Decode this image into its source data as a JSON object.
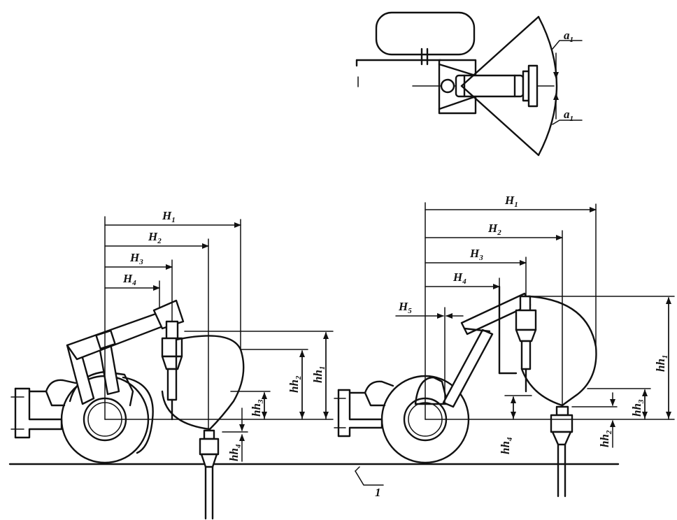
{
  "top_view": {
    "angle_label_upper": "a",
    "angle_label_upper_sub": "1",
    "angle_label_lower": "a",
    "angle_label_lower_sub": "1"
  },
  "left_machine": {
    "dims_horizontal": [
      {
        "id": "H1",
        "base": "H",
        "sub": "1"
      },
      {
        "id": "H2",
        "base": "H",
        "sub": "2"
      },
      {
        "id": "H3",
        "base": "H",
        "sub": "3"
      },
      {
        "id": "H4",
        "base": "H",
        "sub": "4"
      }
    ],
    "dims_vertical": [
      {
        "id": "hh1",
        "base": "hh",
        "sub": "1"
      },
      {
        "id": "hh2",
        "base": "hh",
        "sub": "2"
      },
      {
        "id": "hh3",
        "base": "hh",
        "sub": "3"
      },
      {
        "id": "hh4",
        "base": "hh",
        "sub": "4"
      }
    ]
  },
  "right_machine": {
    "dims_horizontal": [
      {
        "id": "H1",
        "base": "H",
        "sub": "1"
      },
      {
        "id": "H2",
        "base": "H",
        "sub": "2"
      },
      {
        "id": "H3",
        "base": "H",
        "sub": "3"
      },
      {
        "id": "H4",
        "base": "H",
        "sub": "4"
      },
      {
        "id": "H5",
        "base": "H",
        "sub": "5"
      }
    ],
    "dims_vertical": [
      {
        "id": "hh1",
        "base": "hh",
        "sub": "1"
      },
      {
        "id": "hh2",
        "base": "hh",
        "sub": "2"
      },
      {
        "id": "hh3",
        "base": "hh",
        "sub": "3"
      },
      {
        "id": "hh4",
        "base": "hh",
        "sub": "4"
      }
    ]
  },
  "ground_callout": "1"
}
